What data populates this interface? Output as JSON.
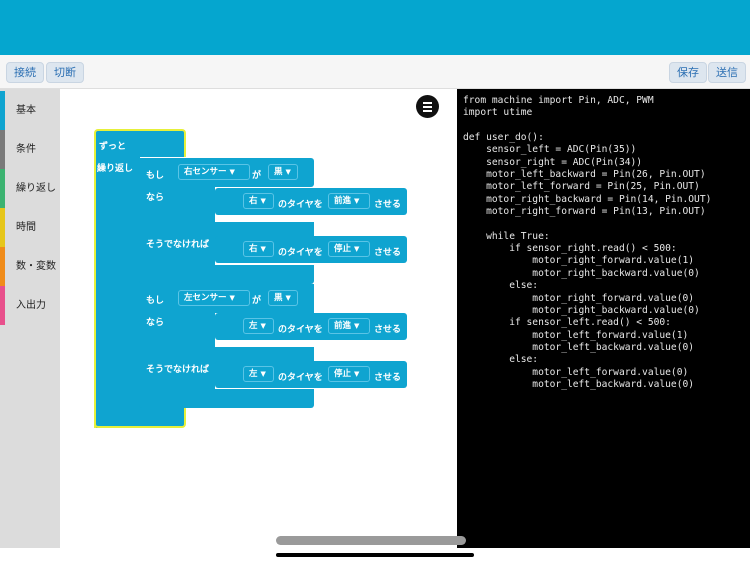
{
  "toolbar": {
    "connect": "接続",
    "disconnect": "切断",
    "save": "保存",
    "send": "送信"
  },
  "sidebar": {
    "items": [
      {
        "label": "基本",
        "color": "#0fa4d0"
      },
      {
        "label": "条件",
        "color": "#7a7a7a"
      },
      {
        "label": "繰り返し",
        "color": "#3cb371"
      },
      {
        "label": "時間",
        "color": "#e6c61a"
      },
      {
        "label": "数・変数",
        "color": "#f08c1a"
      },
      {
        "label": "入出力",
        "color": "#e8508c"
      }
    ]
  },
  "blocks": {
    "forever": "ずっと",
    "repeat": "繰り返し",
    "if1": {
      "if_label": "もし",
      "sensor": "右センサー",
      "ga": "が",
      "color": "黒",
      "then_label": "なら",
      "else_label": "そうでなければ",
      "then_stmt": {
        "wheel": "右",
        "tire_text": "のタイヤを",
        "action": "前進",
        "do_text": "させる"
      },
      "else_stmt": {
        "wheel": "右",
        "tire_text": "のタイヤを",
        "action": "停止",
        "do_text": "させる"
      }
    },
    "if2": {
      "if_label": "もし",
      "sensor": "左センサー",
      "ga": "が",
      "color": "黒",
      "then_label": "なら",
      "else_label": "そうでなければ",
      "then_stmt": {
        "wheel": "左",
        "tire_text": "のタイヤを",
        "action": "前進",
        "do_text": "させる"
      },
      "else_stmt": {
        "wheel": "左",
        "tire_text": "のタイヤを",
        "action": "停止",
        "do_text": "させる"
      }
    }
  },
  "code": "from machine import Pin, ADC, PWM\nimport utime\n\ndef user_do():\n    sensor_left = ADC(Pin(35))\n    sensor_right = ADC(Pin(34))\n    motor_left_backward = Pin(26, Pin.OUT)\n    motor_left_forward = Pin(25, Pin.OUT)\n    motor_right_backward = Pin(14, Pin.OUT)\n    motor_right_forward = Pin(13, Pin.OUT)\n\n    while True:\n        if sensor_right.read() < 500:\n            motor_right_forward.value(1)\n            motor_right_backward.value(0)\n        else:\n            motor_right_forward.value(0)\n            motor_right_backward.value(0)\n        if sensor_left.read() < 500:\n            motor_left_forward.value(1)\n            motor_left_backward.value(0)\n        else:\n            motor_left_forward.value(0)\n            motor_left_backward.value(0)"
}
